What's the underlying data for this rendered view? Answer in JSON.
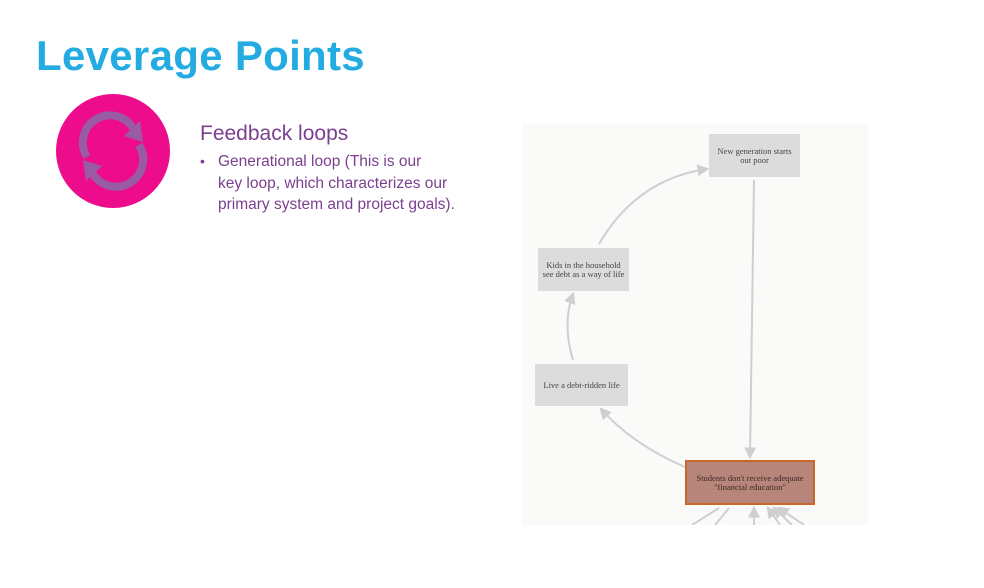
{
  "slide": {
    "title": "Leverage Points",
    "icon": "cycle-arrows-icon",
    "subtitle": "Feedback loops",
    "bullets": [
      {
        "lines": [
          "Generational loop (This is our",
          "key loop, which characterizes our",
          "primary system and project goals)."
        ]
      }
    ],
    "colors": {
      "title": "#23ABE2",
      "icon_bg": "#EC0C8C",
      "text": "#7B3F8F"
    }
  },
  "diagram": {
    "nodes": {
      "new_generation": "New generation starts out poor",
      "kids": "Kids in the household see debt as a way of life",
      "debt_life": "Live a debt-ridden life",
      "students": "Students don't receive adequate \"financial education\""
    },
    "colors": {
      "node": "#DCDCDC",
      "highlight_fill": "#B7857A",
      "highlight_border": "#C8662A",
      "edge": "#CFCFCF"
    }
  }
}
